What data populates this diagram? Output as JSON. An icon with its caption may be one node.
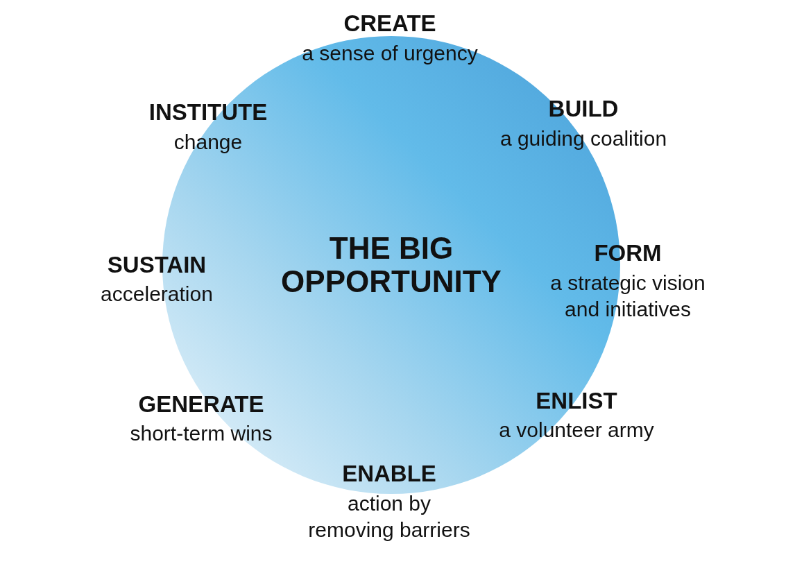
{
  "diagram": {
    "nodes": [
      {
        "text": [
          "THE BIG OPPORTUNITY"
        ]
      }
    ],
    "labels": [
      "CREATE",
      "a sense of urgency",
      "INSTITUTE",
      "change",
      "BUILD",
      "a guiding coalition",
      "SUSTAIN",
      "acceleration",
      "FORM",
      "a strategic vision and initiatives",
      "GENERATE",
      "short-term wins",
      "ENLIST",
      "a volunteer army",
      "ENABLE",
      "action by removing barriers"
    ]
  }
}
